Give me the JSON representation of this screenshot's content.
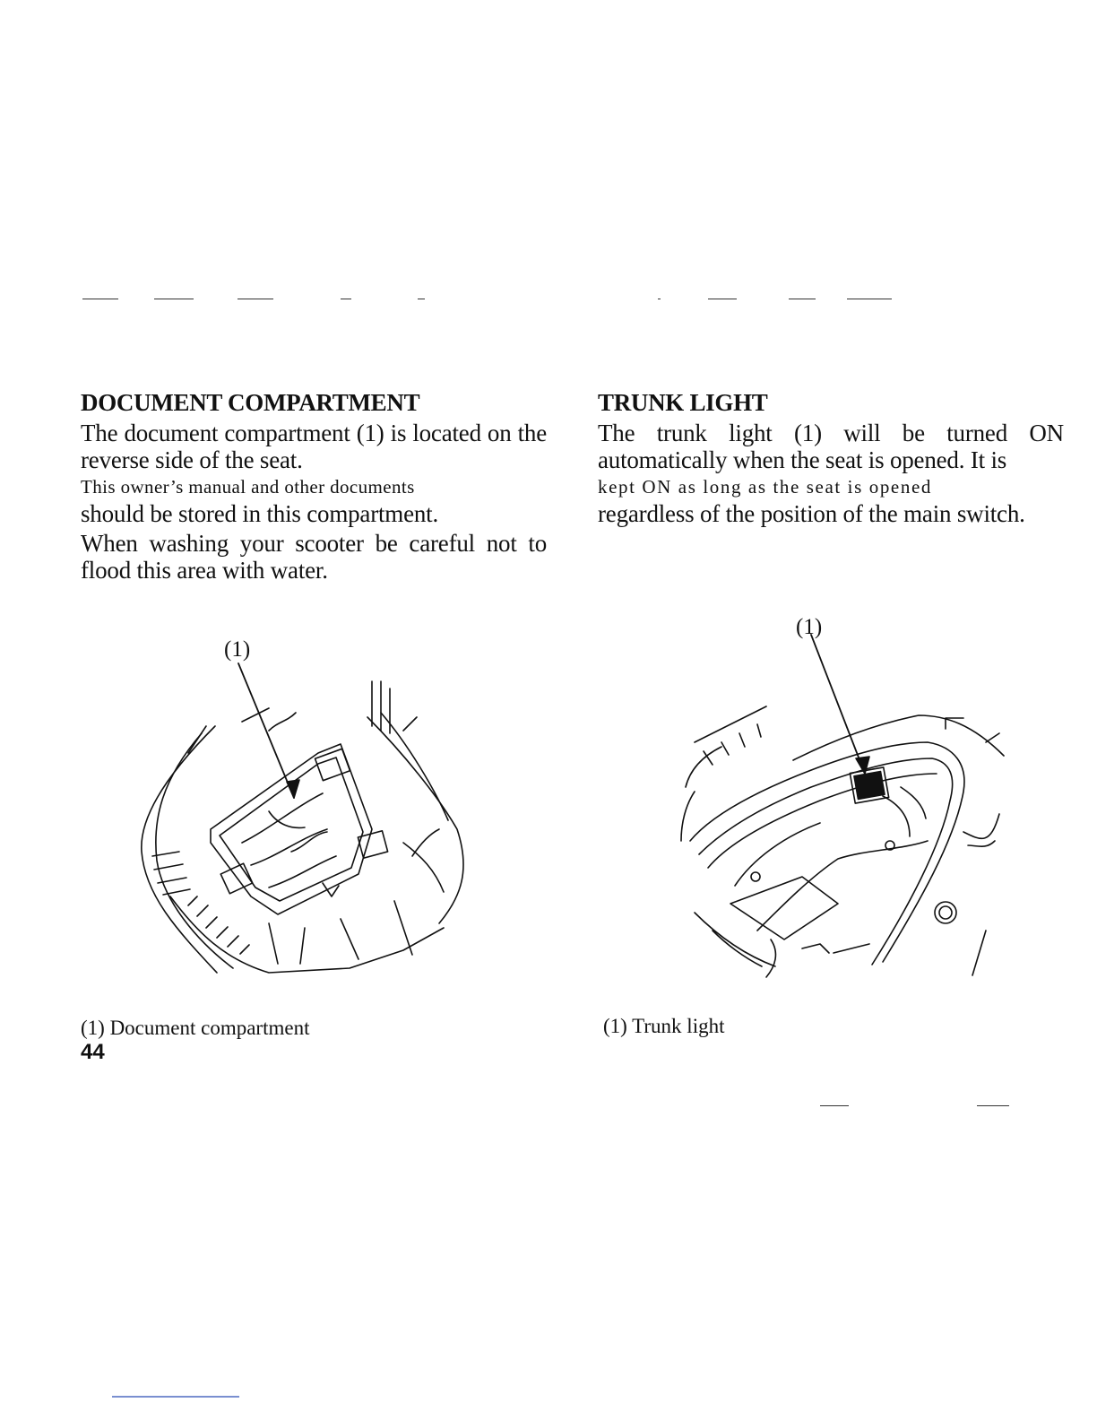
{
  "left": {
    "heading": "DOCUMENT COMPARTMENT",
    "lines": [
      "The document compartment (1) is located on the reverse side of the seat.",
      "This owner’s manual and other documents",
      "should be stored in this compartment.",
      "When washing your scooter be careful not to flood this area with water."
    ],
    "callout": "(1)",
    "caption": "(1) Document compartment"
  },
  "right": {
    "heading": "TRUNK LIGHT",
    "lines": [
      "The trunk light (1) will be turned ON automatically when the seat is opened. It is",
      "kept ON as long as the seat is opened",
      "regardless of the position of the main switch."
    ],
    "callout": "(1)",
    "caption": "(1) Trunk light"
  },
  "page_number": "44"
}
